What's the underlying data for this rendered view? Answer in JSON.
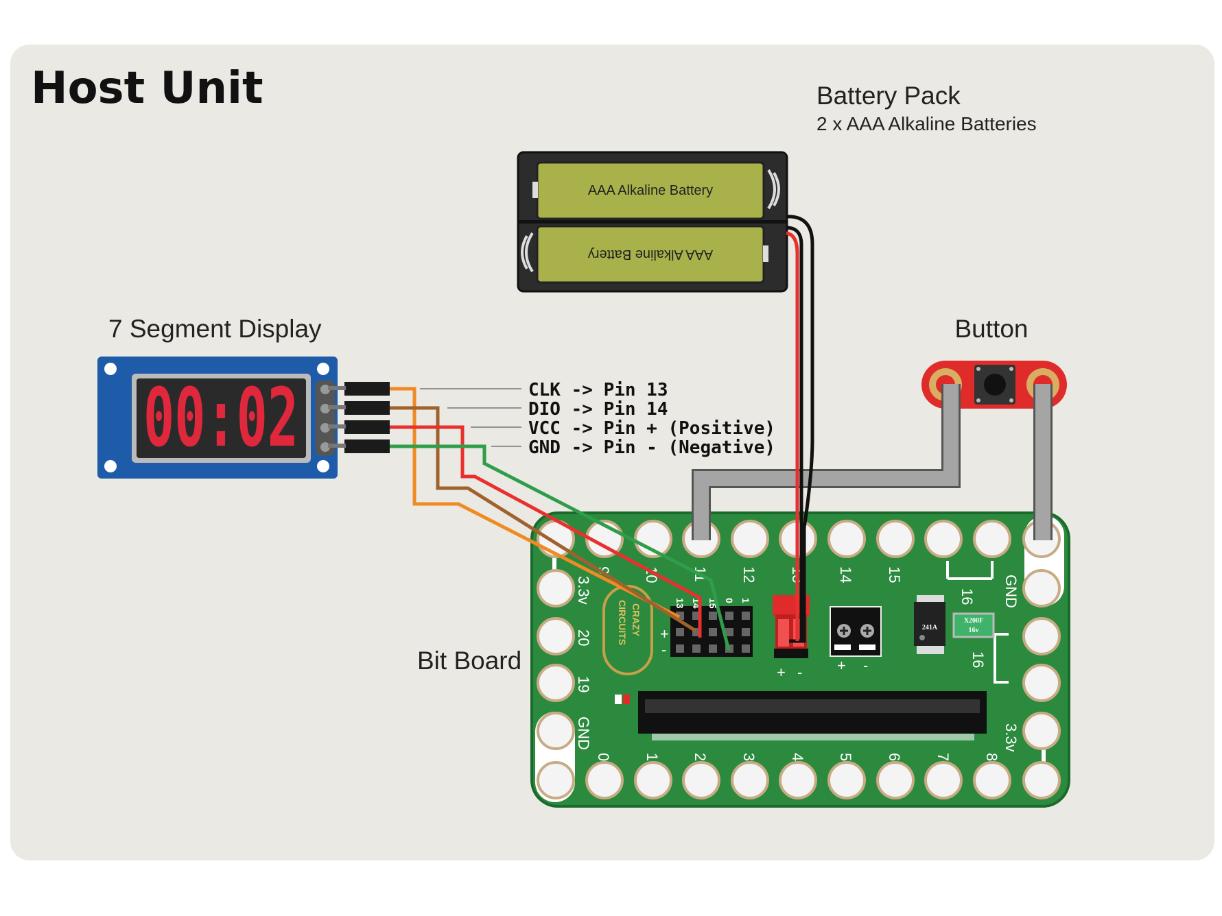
{
  "title": "Host Unit",
  "battery_pack": {
    "title": "Battery Pack",
    "subtitle": "2 x AAA Alkaline Batteries",
    "cell_label": "AAA Alkaline Battery"
  },
  "display": {
    "title": "7 Segment Display",
    "digits": "00:02"
  },
  "button": {
    "title": "Button"
  },
  "bit_board": {
    "title": "Bit Board",
    "logo_line1": "CRAZY",
    "logo_line2": "CIRCUITS",
    "top_pins": [
      "9",
      "10",
      "11",
      "12",
      "13",
      "14",
      "15"
    ],
    "bottom_pins": [
      "0",
      "1",
      "2",
      "3",
      "4",
      "5",
      "6",
      "7",
      "8"
    ],
    "left_pins": [
      "3.3v",
      "20",
      "19",
      "GND"
    ],
    "right_pins": [
      "GND",
      "16",
      "16",
      "3.3v"
    ],
    "header_labels": [
      "13",
      "14",
      "15",
      "0",
      "1"
    ],
    "plus": "+",
    "minus": "-",
    "chip_label": "241A",
    "fuse_label1": "X200F",
    "fuse_label2": "16v",
    "colors": {
      "board": "#2b8a3e",
      "pad": "#ffffff"
    }
  },
  "connections": [
    {
      "label": "CLK -> Pin 13",
      "color": "#f08a24"
    },
    {
      "label": "DIO -> Pin 14",
      "color": "#a0622d"
    },
    {
      "label": "VCC -> Pin + (Positive)",
      "color": "#e8312f"
    },
    {
      "label": "GND -> Pin - (Negative)",
      "color": "#2f9d4a"
    }
  ]
}
